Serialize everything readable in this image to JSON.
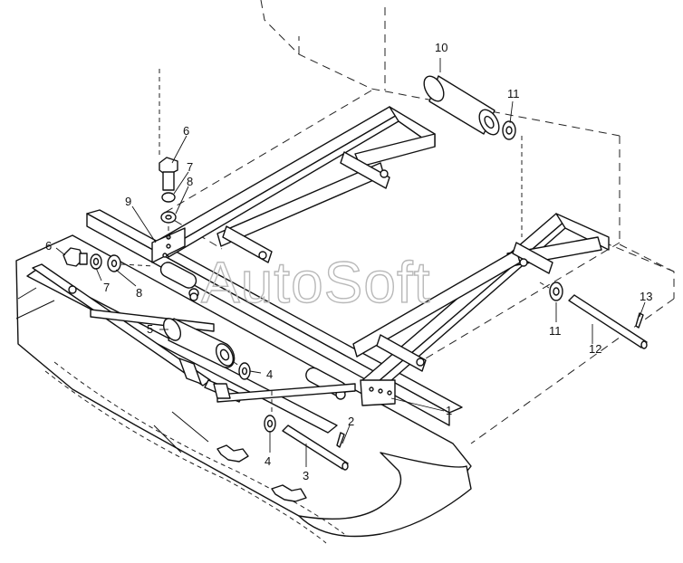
{
  "watermark": "AutoSoft",
  "callouts": {
    "c1": "1",
    "c2": "2",
    "c3": "3",
    "c4a": "4",
    "c4b": "4",
    "c5": "5",
    "c6a": "6",
    "c6b": "6",
    "c7a": "7",
    "c7b": "7",
    "c8a": "8",
    "c8b": "8",
    "c9": "9",
    "c10": "10",
    "c11a": "11",
    "c11b": "11",
    "c12": "12",
    "c13": "13"
  }
}
